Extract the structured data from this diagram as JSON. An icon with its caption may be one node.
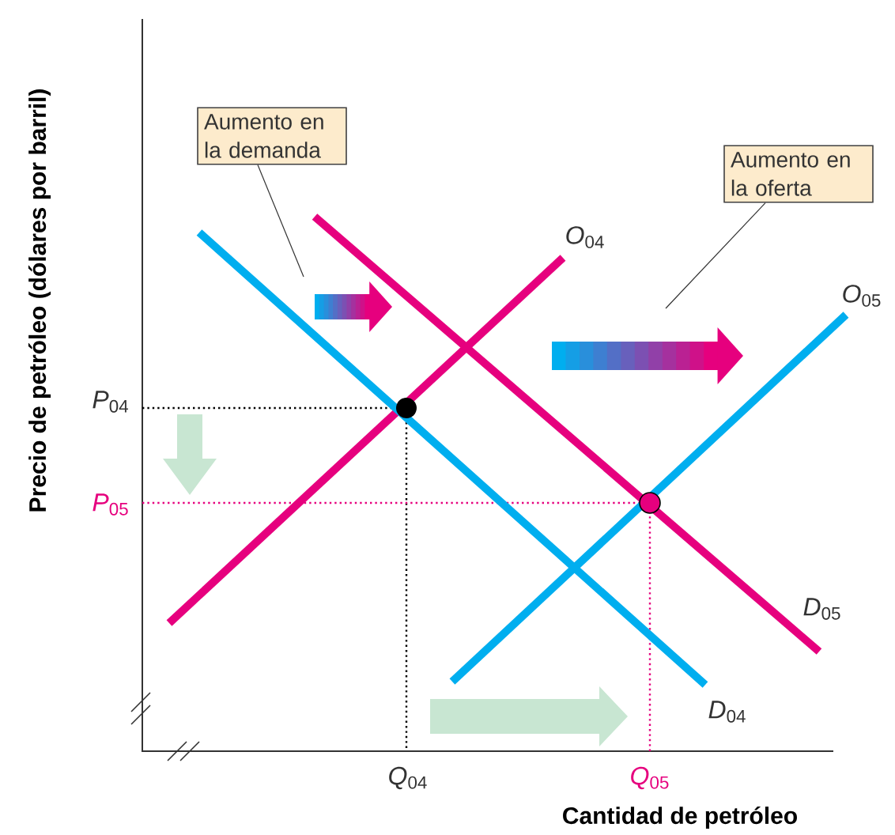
{
  "diagram": {
    "nodes": [
      {
        "text": [
          "Aumento en la demanda"
        ]
      },
      {
        "text": [
          "Aumento en la oferta"
        ]
      }
    ],
    "edges": [
      {
        "from": 0,
        "to": null,
        "arrow": "none"
      },
      {
        "from": 1,
        "to": null,
        "arrow": "none"
      }
    ],
    "labels": [
      "Precio de petróleo (dólares por barril)",
      "*O*$_{04}$",
      "*O*$_{05}$",
      "*P*$_{04}$",
      "*P*$_{05}$",
      "*D*$_{05}$",
      "*D*$_{04}$",
      "*Q*$_{04}$",
      "*Q*$_{05}$",
      "Cantidad de petróleo"
    ]
  }
}
